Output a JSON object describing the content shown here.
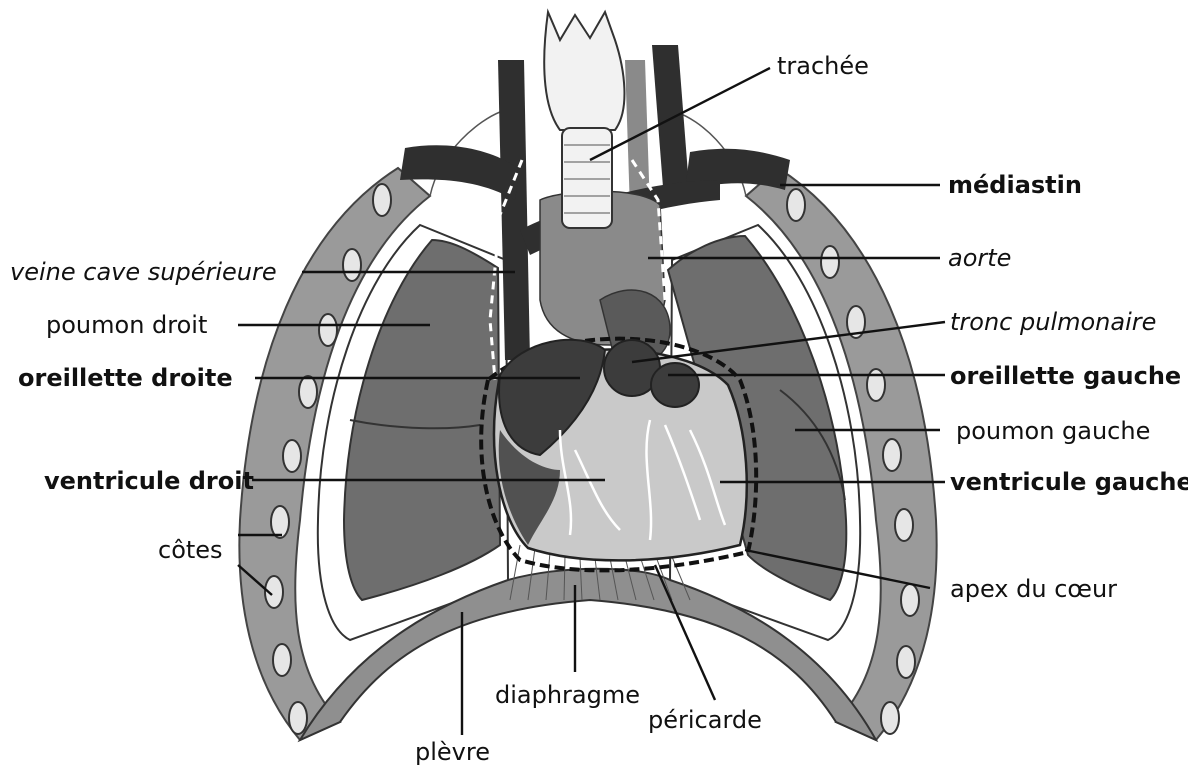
{
  "labels": {
    "trachee": "trachée",
    "mediastin": "médiastin",
    "veine_cave": "veine cave supérieure",
    "aorte": "aorte",
    "poumon_droit": "poumon droit",
    "tronc_pulmonaire": "tronc pulmonaire",
    "oreillette_droite": "oreillette droite",
    "oreillette_gauche": "oreillette gauche",
    "poumon_gauche": "poumon gauche",
    "ventricule_droit": "ventricule droit",
    "ventricule_gauche": "ventricule gauche",
    "cotes": "côtes",
    "apex": "apex du cœur",
    "diaphragme": "diaphragme",
    "pericarde": "péricarde",
    "plevre": "plèvre"
  },
  "colors": {
    "rib_cage": "#9a9a9a",
    "lung": "#6e6e6e",
    "heart_light": "#c9c9c9",
    "heart_dark": "#3c3c3c",
    "vessel_dark": "#2f2f2f",
    "vessel_mid": "#8a8a8a",
    "trachea": "#f2f2f2"
  }
}
